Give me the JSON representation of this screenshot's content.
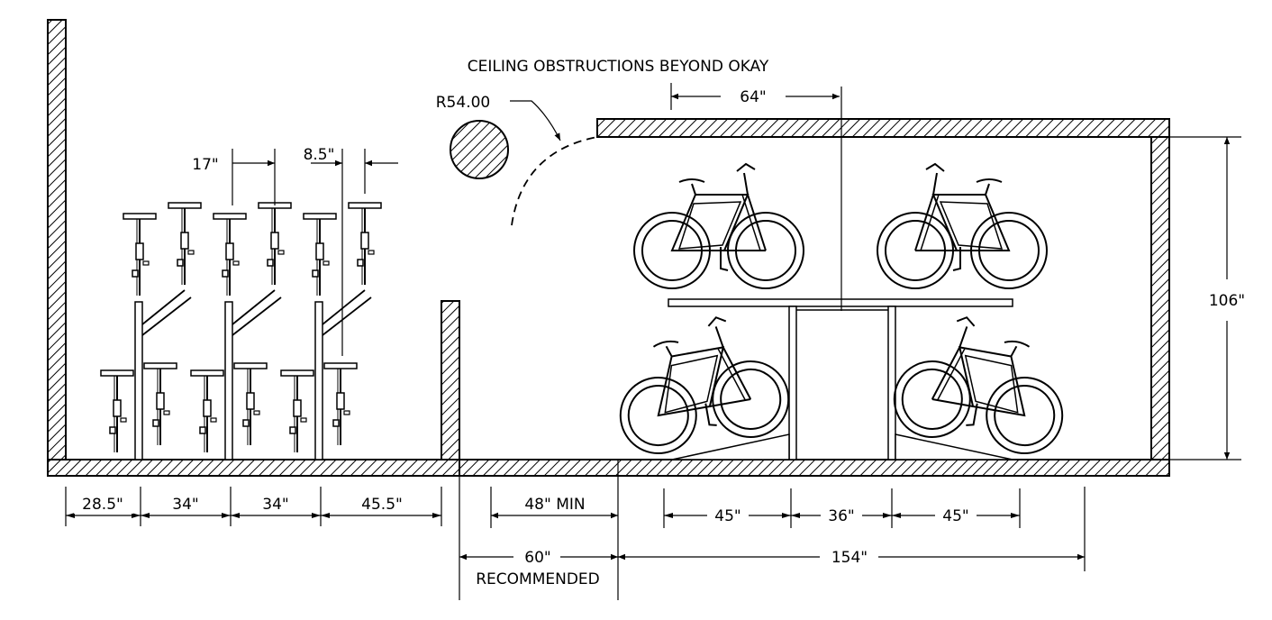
{
  "annotations": {
    "ceiling_note": "CEILING OBSTRUCTIONS BEYOND OKAY",
    "radius": "R54.00"
  },
  "dimensions": {
    "d64": "64\"",
    "d106": "106\"",
    "d17": "17\"",
    "d8_5": "8.5\"",
    "d28_5": "28.5\"",
    "d34a": "34\"",
    "d34b": "34\"",
    "d45_5": "45.5\"",
    "d48": "48\"  MIN",
    "d60": "60\"",
    "recommended": "RECOMMENDED",
    "d45a": "45\"",
    "d36": "36\"",
    "d45b": "45\"",
    "d154": "154\""
  }
}
